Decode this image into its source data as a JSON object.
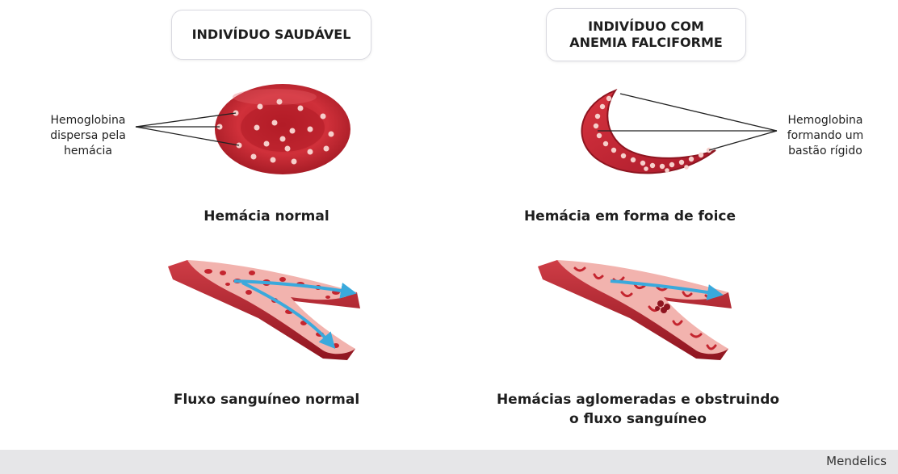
{
  "headers": {
    "left": "INDIVÍDUO SAUDÁVEL",
    "right_line1": "INDIVÍDUO COM",
    "right_line2": "ANEMIA FALCIFORME"
  },
  "callouts": {
    "left_line1": "Hemoglobina",
    "left_line2": "dispersa pela",
    "left_line3": "hemácia",
    "right_line1": "Hemoglobina",
    "right_line2": "formando um",
    "right_line3": "bastão rígido"
  },
  "captions": {
    "normal_cell": "Hemácia normal",
    "sickle_cell": "Hemácia em forma de foice",
    "normal_flow": "Fluxo sanguíneo normal",
    "sickle_flow_line1": "Hemácias aglomeradas e obstruindo",
    "sickle_flow_line2": "o fluxo sanguíneo"
  },
  "footer": {
    "brand": "Mendelics"
  },
  "colors": {
    "cell_red": "#c4252f",
    "cell_dark": "#8e1520",
    "dot_pink": "#f5c9c6",
    "vessel_inner": "#f2b3ae",
    "vessel_wall": "#b3232c",
    "arrow_blue": "#3aa9dc"
  }
}
